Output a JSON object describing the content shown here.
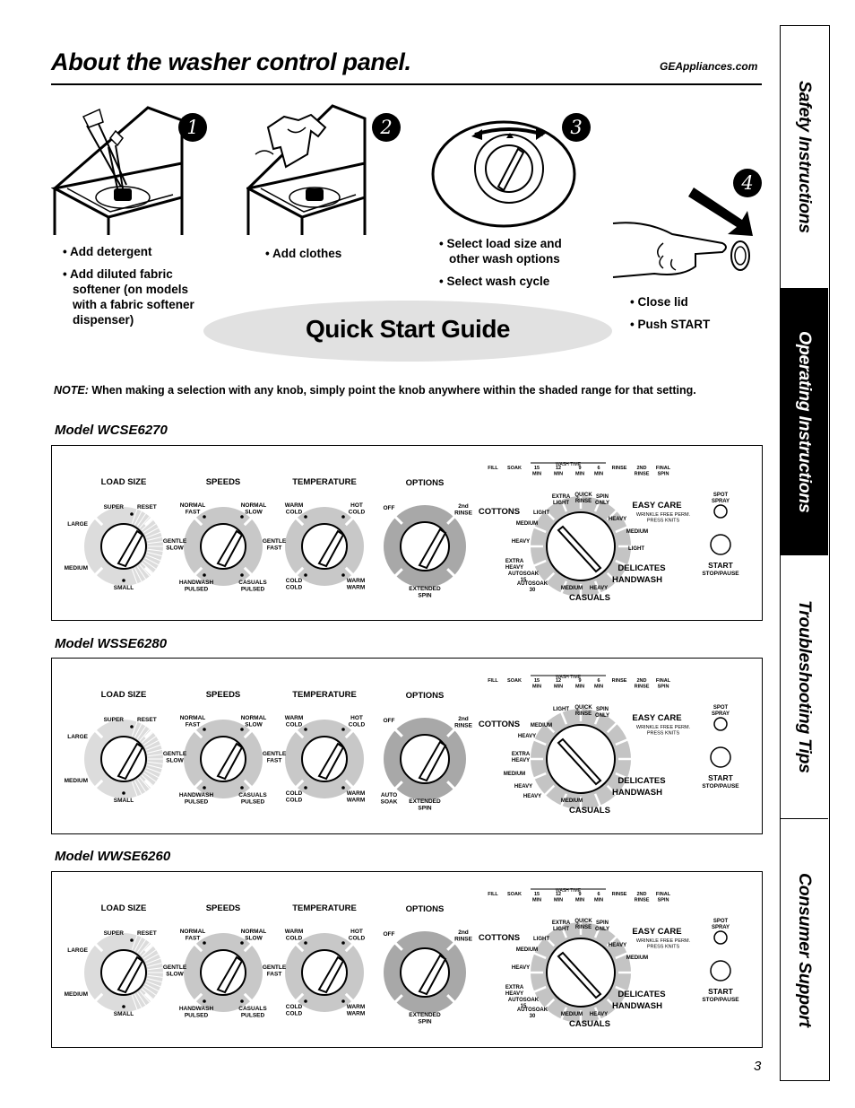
{
  "header": {
    "title": "About the washer control panel.",
    "site": "GEAppliances.com"
  },
  "steps": [
    {
      "number": "1",
      "bullets": [
        "Add detergent",
        "Add diluted fabric softener (on models with a fabric softener dispenser)"
      ]
    },
    {
      "number": "2",
      "bullets": [
        "Add clothes"
      ]
    },
    {
      "number": "3",
      "bullets": [
        "Select load size and other wash options",
        "Select wash cycle"
      ]
    },
    {
      "number": "4",
      "bullets": [
        "Close lid",
        "Push START"
      ]
    }
  ],
  "quick_start": "Quick Start Guide",
  "note": {
    "label": "NOTE:",
    "text": "When making a selection with any knob, simply point the knob anywhere within the shaded range for that setting."
  },
  "models": [
    {
      "name": "Model WCSE6270",
      "headers": {
        "load_size": "LOAD SIZE",
        "speeds": "SPEEDS",
        "temperature": "TEMPERATURE",
        "options": "OPTIONS"
      },
      "load": {
        "super": "SUPER",
        "reset": "RESET",
        "large": "LARGE",
        "medium": "MEDIUM",
        "small": "SMALL"
      },
      "speeds": {
        "nf": "NORMAL FAST",
        "ns": "NORMAL SLOW",
        "gs": "GENTLE SLOW",
        "hp": "HANDWASH PULSED",
        "cp": "CASUALS PULSED"
      },
      "temp": {
        "wc": "WARM COLD",
        "hc": "HOT COLD",
        "gf": "GENTLE FAST",
        "cc": "COLD COLD",
        "ww": "WARM WARM"
      },
      "options": {
        "off": "OFF",
        "rinse": "2nd RINSE",
        "spin": "EXTENDED SPIN",
        "auto": ""
      },
      "timeline": {
        "wash_time": "WASH TIME",
        "labels": [
          "FILL",
          "SOAK",
          "15 MIN",
          "12 MIN",
          "9 MIN",
          "6 MIN",
          "RINSE",
          "2ND RINSE",
          "FINAL SPIN"
        ]
      },
      "cycle": {
        "cottons": "COTTONS",
        "easy_care": "EASY CARE",
        "easy_sub": "WRINKLE FREE PERM. PRESS KNITS",
        "delicates": "DELICATES",
        "handwash": "HANDWASH",
        "casuals": "CASUALS",
        "dial": [
          "EXTRA LIGHT",
          "QUICK RINSE",
          "SPIN ONLY",
          "LIGHT",
          "MEDIUM",
          "HEAVY",
          "EXTRA HEAVY",
          "AUTOSOAK 15",
          "AUTOSOAK 30",
          "MEDIUM",
          "HEAVY",
          "HEAVY",
          "MEDIUM",
          "LIGHT"
        ]
      },
      "buttons": {
        "spot": "SPOT SPRAY",
        "start": "START",
        "stop": "STOP/PAUSE"
      }
    },
    {
      "name": "Model WSSE6280",
      "headers": {
        "load_size": "LOAD SIZE",
        "speeds": "SPEEDS",
        "temperature": "TEMPERATURE",
        "options": "OPTIONS"
      },
      "load": {
        "super": "SUPER",
        "reset": "RESET",
        "large": "LARGE",
        "medium": "MEDIUM",
        "small": "SMALL"
      },
      "speeds": {
        "nf": "NORMAL FAST",
        "ns": "NORMAL SLOW",
        "gs": "GENTLE SLOW",
        "hp": "HANDWASH PULSED",
        "cp": "CASUALS PULSED"
      },
      "temp": {
        "wc": "WARM COLD",
        "hc": "HOT COLD",
        "gf": "GENTLE FAST",
        "cc": "COLD COLD",
        "ww": "WARM WARM"
      },
      "options": {
        "off": "OFF",
        "rinse": "2nd RINSE",
        "spin": "EXTENDED SPIN",
        "auto": "AUTO SOAK"
      },
      "timeline": {
        "wash_time": "WASH TIME",
        "labels": [
          "FILL",
          "SOAK",
          "15 MIN",
          "12 MIN",
          "9 MIN",
          "6 MIN",
          "RINSE",
          "2ND RINSE",
          "FINAL SPIN"
        ]
      },
      "cycle": {
        "cottons": "COTTONS",
        "easy_care": "EASY CARE",
        "easy_sub": "WRINKLE FREE PERM. PRESS KNITS",
        "delicates": "DELICATES",
        "handwash": "HANDWASH",
        "casuals": "CASUALS",
        "dial": [
          "LIGHT",
          "QUICK RINSE",
          "SPIN ONLY",
          "MEDIUM",
          "HEAVY",
          "EXTRA HEAVY",
          "MEDIUM",
          "HEAVY",
          "HEAVY",
          "MEDIUM"
        ]
      },
      "buttons": {
        "spot": "SPOT SPRAY",
        "start": "START",
        "stop": "STOP/PAUSE"
      }
    },
    {
      "name": "Model WWSE6260",
      "headers": {
        "load_size": "LOAD SIZE",
        "speeds": "SPEEDS",
        "temperature": "TEMPERATURE",
        "options": "OPTIONS"
      },
      "load": {
        "super": "SUPER",
        "reset": "RESET",
        "large": "LARGE",
        "medium": "MEDIUM",
        "small": "SMALL"
      },
      "speeds": {
        "nf": "NORMAL FAST",
        "ns": "NORMAL SLOW",
        "gs": "GENTLE SLOW",
        "hp": "HANDWASH PULSED",
        "cp": "CASUALS PULSED"
      },
      "temp": {
        "wc": "WARM COLD",
        "hc": "HOT COLD",
        "gf": "GENTLE FAST",
        "cc": "COLD COLD",
        "ww": "WARM WARM"
      },
      "options": {
        "off": "OFF",
        "rinse": "2nd RINSE",
        "spin": "EXTENDED SPIN",
        "auto": ""
      },
      "timeline": {
        "wash_time": "WASH TIME",
        "labels": [
          "FILL",
          "SOAK",
          "15 MIN",
          "12 MIN",
          "9 MIN",
          "6 MIN",
          "RINSE",
          "2ND RINSE",
          "FINAL SPIN"
        ]
      },
      "cycle": {
        "cottons": "COTTONS",
        "easy_care": "EASY CARE",
        "easy_sub": "WRINKLE FREE PERM. PRESS KNITS",
        "delicates": "DELICATES",
        "handwash": "HANDWASH",
        "casuals": "CASUALS",
        "dial": [
          "EXTRA LIGHT",
          "QUICK RINSE",
          "SPIN ONLY",
          "LIGHT",
          "MEDIUM",
          "HEAVY",
          "EXTRA HEAVY",
          "AUTOSOAK 15",
          "AUTOSOAK 30",
          "MEDIUM",
          "HEAVY",
          "HEAVY",
          "MEDIUM"
        ]
      },
      "buttons": {
        "spot": "SPOT SPRAY",
        "start": "START",
        "stop": "STOP/PAUSE"
      }
    }
  ],
  "sidebar": {
    "tabs": [
      "Safety Instructions",
      "Operating Instructions",
      "Troubleshooting Tips",
      "Consumer Support"
    ],
    "active": "Operating Instructions"
  },
  "page_number": "3"
}
